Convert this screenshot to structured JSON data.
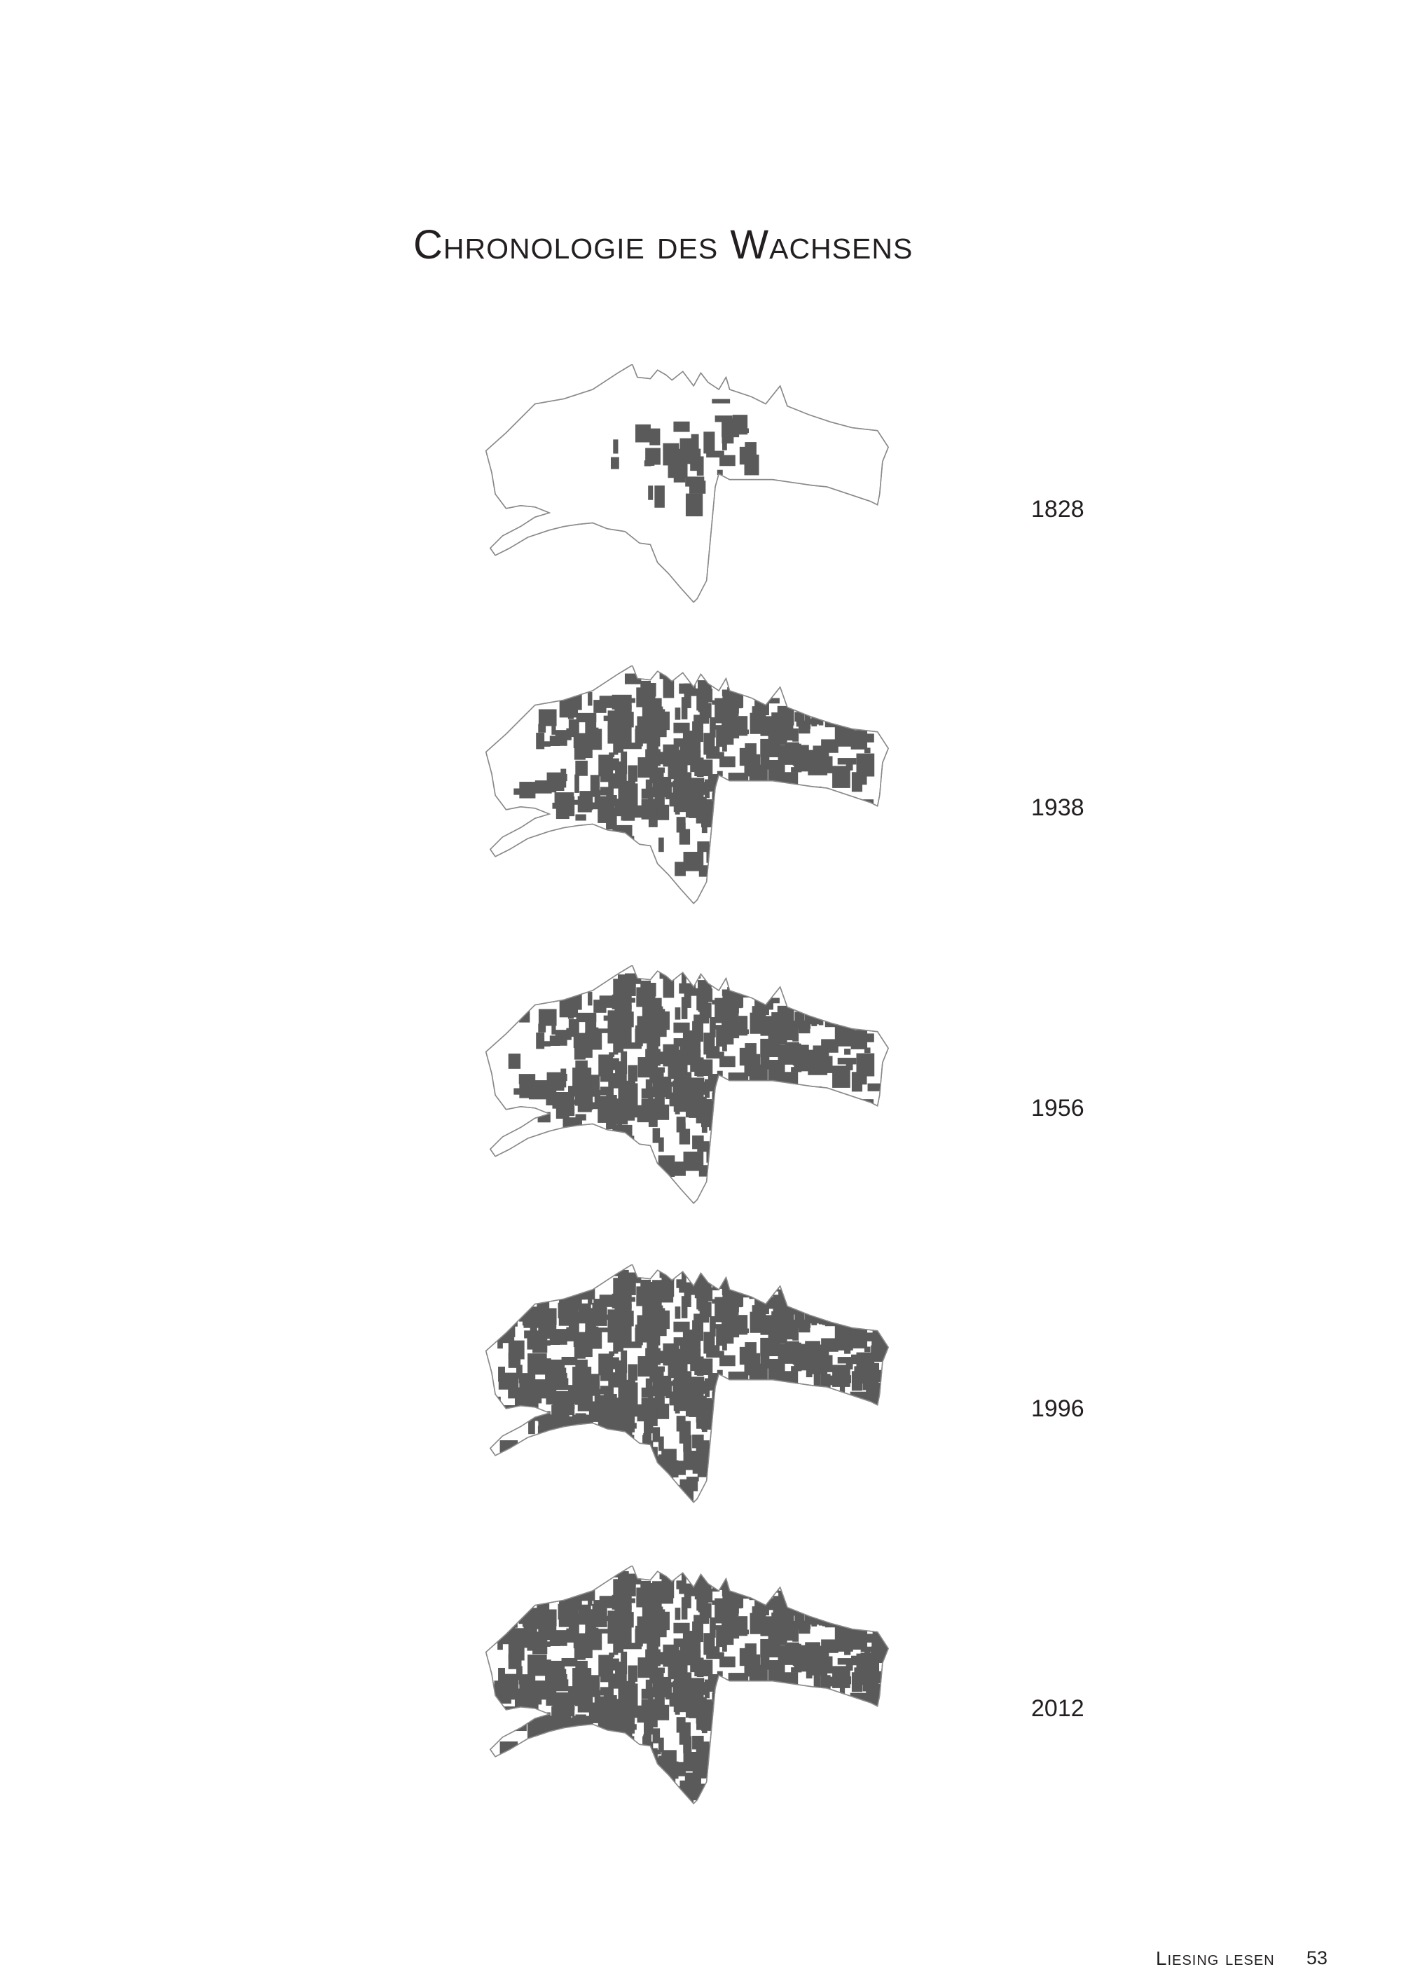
{
  "title": "Chronologie des Wachsens",
  "maps": [
    {
      "year": "1828",
      "built_share": 0.04
    },
    {
      "year": "1938",
      "built_share": 0.34
    },
    {
      "year": "1956",
      "built_share": 0.4
    },
    {
      "year": "1996",
      "built_share": 0.68
    },
    {
      "year": "2012",
      "built_share": 0.74
    }
  ],
  "footer": {
    "publication": "Liesing lesen",
    "page_number": "53"
  },
  "colors": {
    "built_area": "#5a5a5a",
    "district_outline": "#8a8a8a",
    "text": "#231f20"
  }
}
